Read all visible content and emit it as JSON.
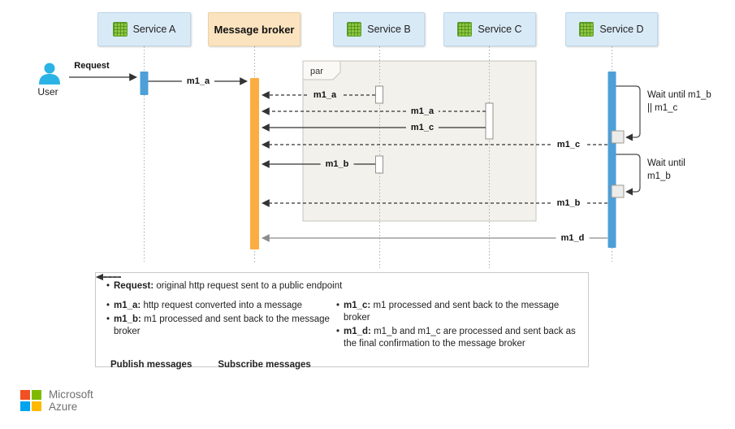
{
  "participants": {
    "service_a": "Service A",
    "broker": "Message broker",
    "service_b": "Service B",
    "service_c": "Service C",
    "service_d": "Service D"
  },
  "actor": {
    "name": "User",
    "request_label": "Request"
  },
  "fragment": {
    "label": "par"
  },
  "messages": {
    "m1_a": "m1_a",
    "m1_b": "m1_b",
    "m1_c": "m1_c",
    "m1_d": "m1_d"
  },
  "wait_notes": {
    "note1_line1": "Wait until m1_b",
    "note1_line2": "|| m1_c",
    "note2_line1": "Wait until",
    "note2_line2": "m1_b"
  },
  "legend": {
    "request": {
      "term": "Request:",
      "desc": "original http request sent to a public endpoint"
    },
    "col1": [
      {
        "term": "m1_a:",
        "desc": "http request converted into a message"
      },
      {
        "term": "m1_b:",
        "desc": "m1 processed and sent back to the message broker"
      }
    ],
    "col2": [
      {
        "term": "m1_c:",
        "desc": "m1 processed and sent back to the message broker"
      },
      {
        "term": "m1_d:",
        "desc": "m1_b and m1_c are processed and sent back as the final confirmation to the message broker"
      }
    ],
    "publish_label": "Publish messages",
    "subscribe_label": "Subscribe messages"
  },
  "logo": {
    "line1": "Microsoft",
    "line2": "Azure"
  },
  "colors": {
    "service_bar": "#4d9fd8",
    "broker_bar": "#fbad41",
    "header_blue": "#d9eaf7",
    "header_orange": "#fae3be",
    "icon_green": "#8cc63e",
    "par_fill": "#f2f1ec",
    "user_icon": "#2bb3e6",
    "ms_red": "#f25022",
    "ms_green": "#7fba00",
    "ms_blue": "#00a4ef",
    "ms_yellow": "#ffb900"
  }
}
